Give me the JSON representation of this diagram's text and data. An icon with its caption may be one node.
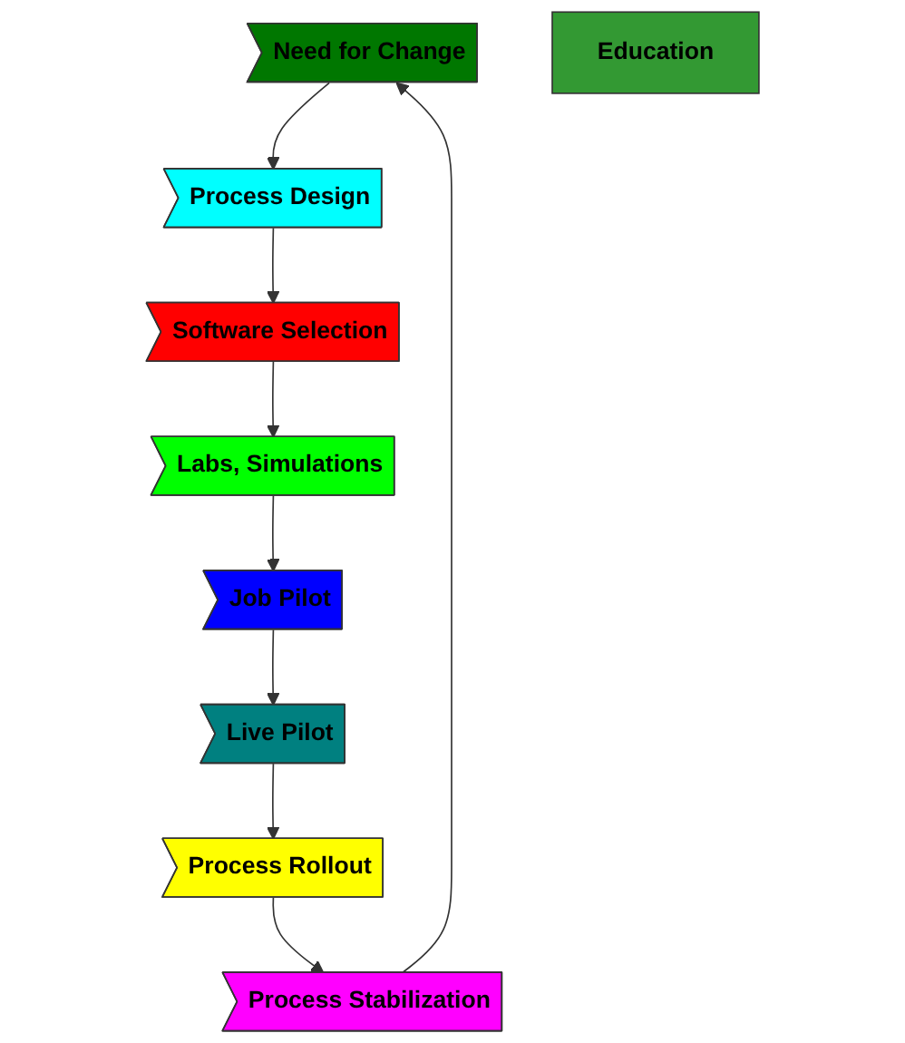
{
  "diagram": {
    "nodes": [
      {
        "text": [
          "Need for Change"
        ]
      },
      {
        "text": [
          "Process Design"
        ]
      },
      {
        "text": [
          "Software Selection"
        ]
      },
      {
        "text": [
          "Labs, Simulations"
        ]
      },
      {
        "text": [
          "Job Pilot"
        ]
      },
      {
        "text": [
          "Live Pilot"
        ]
      },
      {
        "text": [
          "Process Rollout"
        ]
      },
      {
        "text": [
          "Process Stabilization"
        ]
      },
      {
        "text": [
          "Education"
        ]
      }
    ],
    "edges": [
      {
        "from": 0,
        "to": 1,
        "arrow": "to"
      },
      {
        "from": 1,
        "to": 2,
        "arrow": "to"
      },
      {
        "from": 2,
        "to": 3,
        "arrow": "to"
      },
      {
        "from": 3,
        "to": 4,
        "arrow": "to"
      },
      {
        "from": 4,
        "to": 5,
        "arrow": "to"
      },
      {
        "from": 5,
        "to": 6,
        "arrow": "to"
      },
      {
        "from": 6,
        "to": 7,
        "arrow": "to"
      },
      {
        "from": 7,
        "to": 0,
        "arrow": "to"
      }
    ]
  }
}
